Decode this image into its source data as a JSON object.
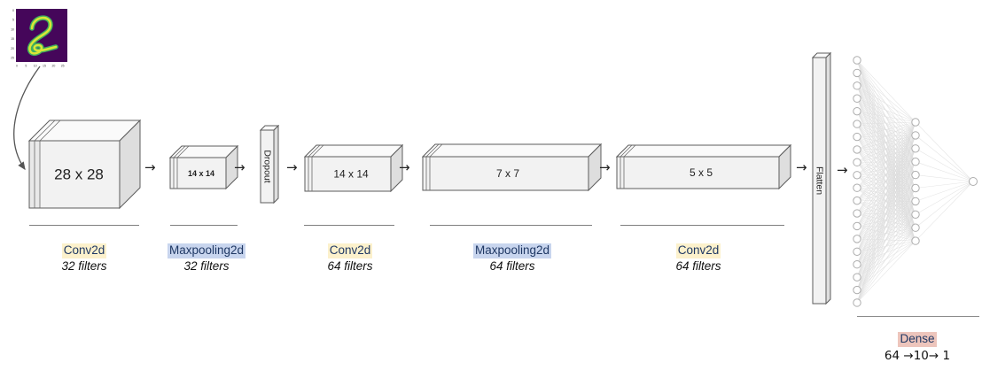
{
  "mnist": {
    "alt": "handwritten-digit-2",
    "x_ticks": [
      "0",
      "5",
      "10",
      "15",
      "20",
      "25"
    ],
    "y_ticks": [
      "0",
      "5",
      "10",
      "15",
      "20",
      "25"
    ]
  },
  "arrow": "→",
  "boxes": [
    {
      "label": "28 x 28"
    },
    {
      "label": "14 x 14"
    },
    {
      "label": "14 x 14"
    },
    {
      "label": "7 x 7"
    },
    {
      "label": "5 x 5"
    }
  ],
  "slabs": {
    "dropout": "Dropout",
    "flatten": "Flatten"
  },
  "layers": [
    {
      "name": "Conv2d",
      "detail": "32 filters",
      "type": "conv"
    },
    {
      "name": "Maxpooling2d",
      "detail": "32 filters",
      "type": "maxpool"
    },
    {
      "name": "Conv2d",
      "detail": "64 filters",
      "type": "conv"
    },
    {
      "name": "Maxpooling2d",
      "detail": "64 filters",
      "type": "maxpool"
    },
    {
      "name": "Conv2d",
      "detail": "64 filters",
      "type": "conv"
    }
  ],
  "dense": {
    "name": "Dense",
    "detail": "64 →10→ 1",
    "input_nodes_drawn": 20,
    "hidden_nodes_drawn": 10,
    "output_nodes_drawn": 1
  },
  "colors": {
    "conv_highlight": "#fcf1cc",
    "maxpool_highlight": "#c8d5ee",
    "dense_highlight": "#edc5bc",
    "label_text": "#1f3864",
    "mnist_bg": "#45065a",
    "digit_green": "#3fae5f",
    "digit_yellow": "#d9e637",
    "net_line": "#dcdcdc",
    "net_node_stroke": "#adadad"
  }
}
